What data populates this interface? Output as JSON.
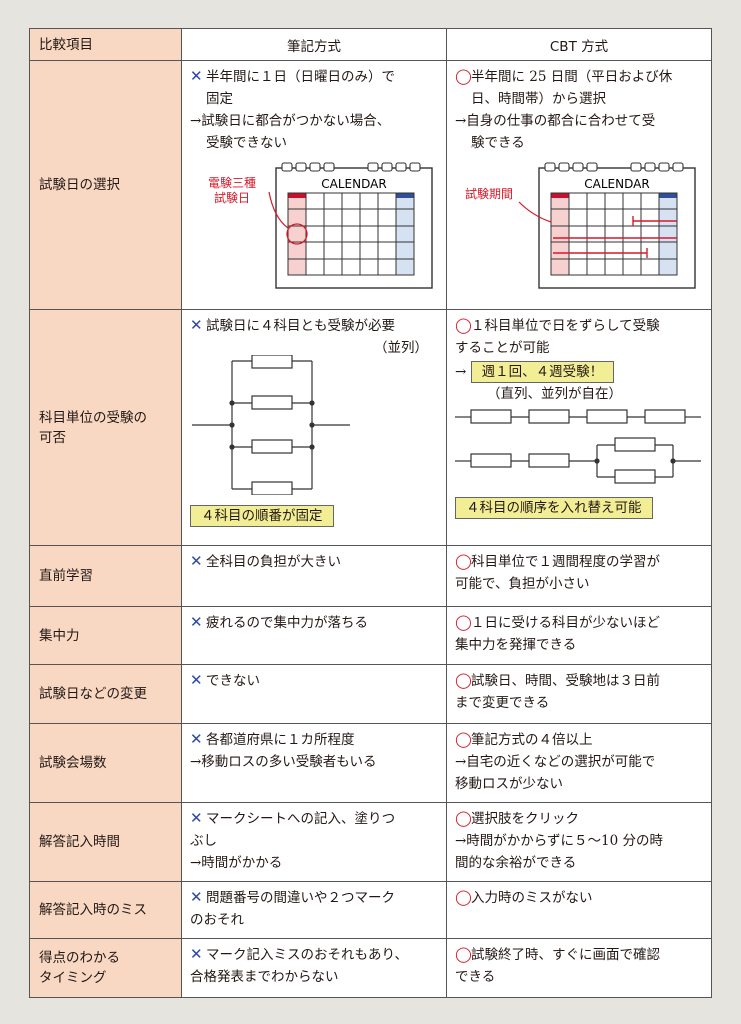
{
  "header": {
    "label": "比較項目",
    "paper": "筆記方式",
    "cbt": "CBT 方式"
  },
  "rows": {
    "date": {
      "label": "試験日の選択",
      "paper_l1": "半年間に１日（日曜日のみ）で",
      "paper_l2": "固定",
      "paper_l3": "→試験日に都合がつかない場合、",
      "paper_l4": "受験できない",
      "paper_cal_title": "CALENDAR",
      "paper_callout_l1": "電験三種",
      "paper_callout_l2": "試験日",
      "cbt_l1": "半年間に 25 日間（平日および休",
      "cbt_l2": "日、時間帯）から選択",
      "cbt_l3": "→自身の仕事の都合に合わせて受",
      "cbt_l4": "験できる",
      "cbt_cal_title": "CALENDAR",
      "cbt_callout": "試験期間"
    },
    "subject": {
      "label_l1": "科目単位の受験の",
      "label_l2": "可否",
      "paper_l1": "試験日に４科目とも受験が必要",
      "paper_l2": "（並列）",
      "paper_box": "４科目の順番が固定",
      "cbt_l1": "１科目単位で日をずらして受験",
      "cbt_l2": "することが可能",
      "cbt_arrow": "→",
      "cbt_box1": "週１回、４週受験！",
      "cbt_l3": "（直列、並列が自在）",
      "cbt_box2": "４科目の順序を入れ替え可能"
    },
    "prep": {
      "label": "直前学習",
      "paper": "全科目の負担が大きい",
      "cbt_l1": "科目単位で１週間程度の学習が",
      "cbt_l2": "可能で、負担が小さい"
    },
    "focus": {
      "label": "集中力",
      "paper": "疲れるので集中力が落ちる",
      "cbt_l1": "１日に受ける科目が少ないほど",
      "cbt_l2": "集中力を発揮できる"
    },
    "change": {
      "label": "試験日などの変更",
      "paper": "できない",
      "cbt_l1": "試験日、時間、受験地は３日前",
      "cbt_l2": "まで変更できる"
    },
    "venue": {
      "label": "試験会場数",
      "paper_l1": "各都道府県に１カ所程度",
      "paper_l2": "→移動ロスの多い受験者もいる",
      "cbt_l1": "筆記方式の４倍以上",
      "cbt_l2": "→自宅の近くなどの選択が可能で",
      "cbt_l3": "移動ロスが少ない"
    },
    "answer_time": {
      "label": "解答記入時間",
      "paper_l1": "マークシートへの記入、塗りつ",
      "paper_l2": "ぶし",
      "paper_l3": "→時間がかかる",
      "cbt_l1": "選択肢をクリック",
      "cbt_l2": "→時間がかからずに５～10 分の時",
      "cbt_l3": "間的な余裕ができる"
    },
    "mistake": {
      "label": "解答記入時のミス",
      "paper_l1": "問題番号の間違いや２つマーク",
      "paper_l2": "のおそれ",
      "cbt": "入力時のミスがない"
    },
    "result": {
      "label_l1": "得点のわかる",
      "label_l2": "タイミング",
      "paper_l1": "マーク記入ミスのおそれもあり、",
      "paper_l2": "合格発表までわからない",
      "cbt_l1": "試験終了時、すぐに画面で確認",
      "cbt_l2": "できる"
    }
  },
  "marks": {
    "x": "✕",
    "o": "◯"
  },
  "colors": {
    "label_bg": "#f8d8c2",
    "highlight": "#f2ee96",
    "x_mark": "#2b4aa6",
    "o_mark": "#d7192a",
    "calendar_red": "#c8102e",
    "calendar_blue": "#2e4f9a"
  }
}
